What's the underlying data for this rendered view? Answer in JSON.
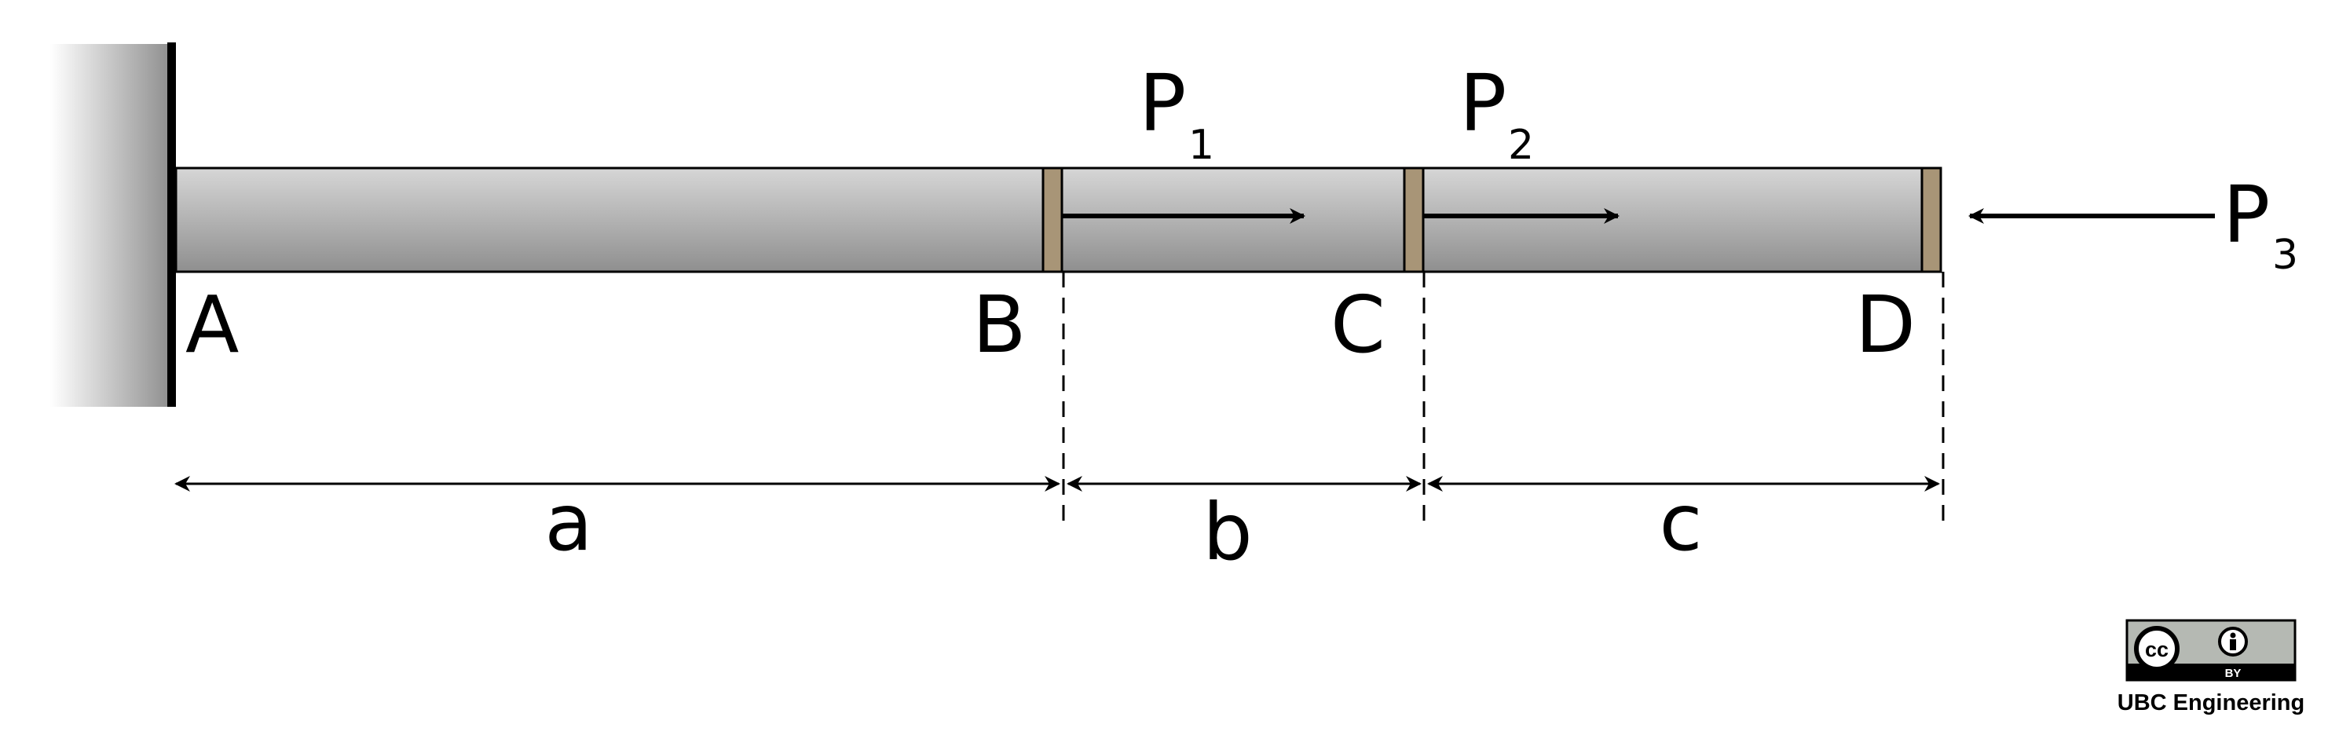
{
  "diagram": {
    "points": {
      "a": "A",
      "b": "B",
      "c": "C",
      "d": "D"
    },
    "forces": {
      "p1": {
        "letter": "P",
        "sub": "1",
        "direction": "right"
      },
      "p2": {
        "letter": "P",
        "sub": "2",
        "direction": "right"
      },
      "p3": {
        "letter": "P",
        "sub": "3",
        "direction": "left"
      }
    },
    "dimensions": {
      "a": "a",
      "b": "b",
      "c": "c"
    }
  },
  "license": {
    "badge_cc": "cc",
    "badge_by": "BY",
    "credit": "UBC Engineering"
  },
  "colors": {
    "bar_light": "#d4d4d4",
    "bar_dark": "#8e8e8e",
    "wall_light": "#ffffff",
    "wall_dark": "#8a8a8a",
    "collar": "#a89577",
    "badge_bg": "#b5b9b3",
    "ink": "#000000"
  }
}
